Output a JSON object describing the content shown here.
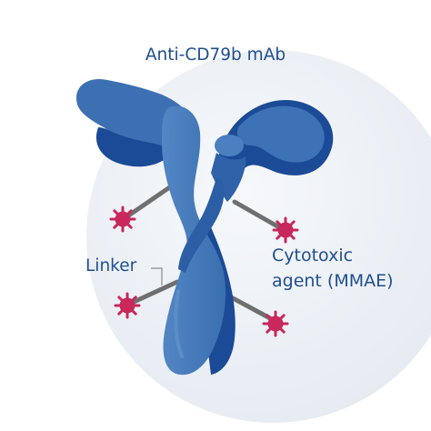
{
  "title": "Anti-CD79b mAb",
  "labels": {
    "linker": "Linker",
    "payload_line1": "Cytotoxic",
    "payload_line2": "agent (MMAE)"
  },
  "colors": {
    "background_circle": "#e9edf3",
    "antibody_light": "#3f73b4",
    "antibody_mid": "#2f62a8",
    "antibody_dark": "#1b4a96",
    "linker": "#6f6f6f",
    "payload": "#c8285b",
    "text": "#1f4f8f"
  },
  "icons": {
    "antibody": "y-shaped-antibody-icon",
    "payload": "spiky-molecule-icon"
  }
}
